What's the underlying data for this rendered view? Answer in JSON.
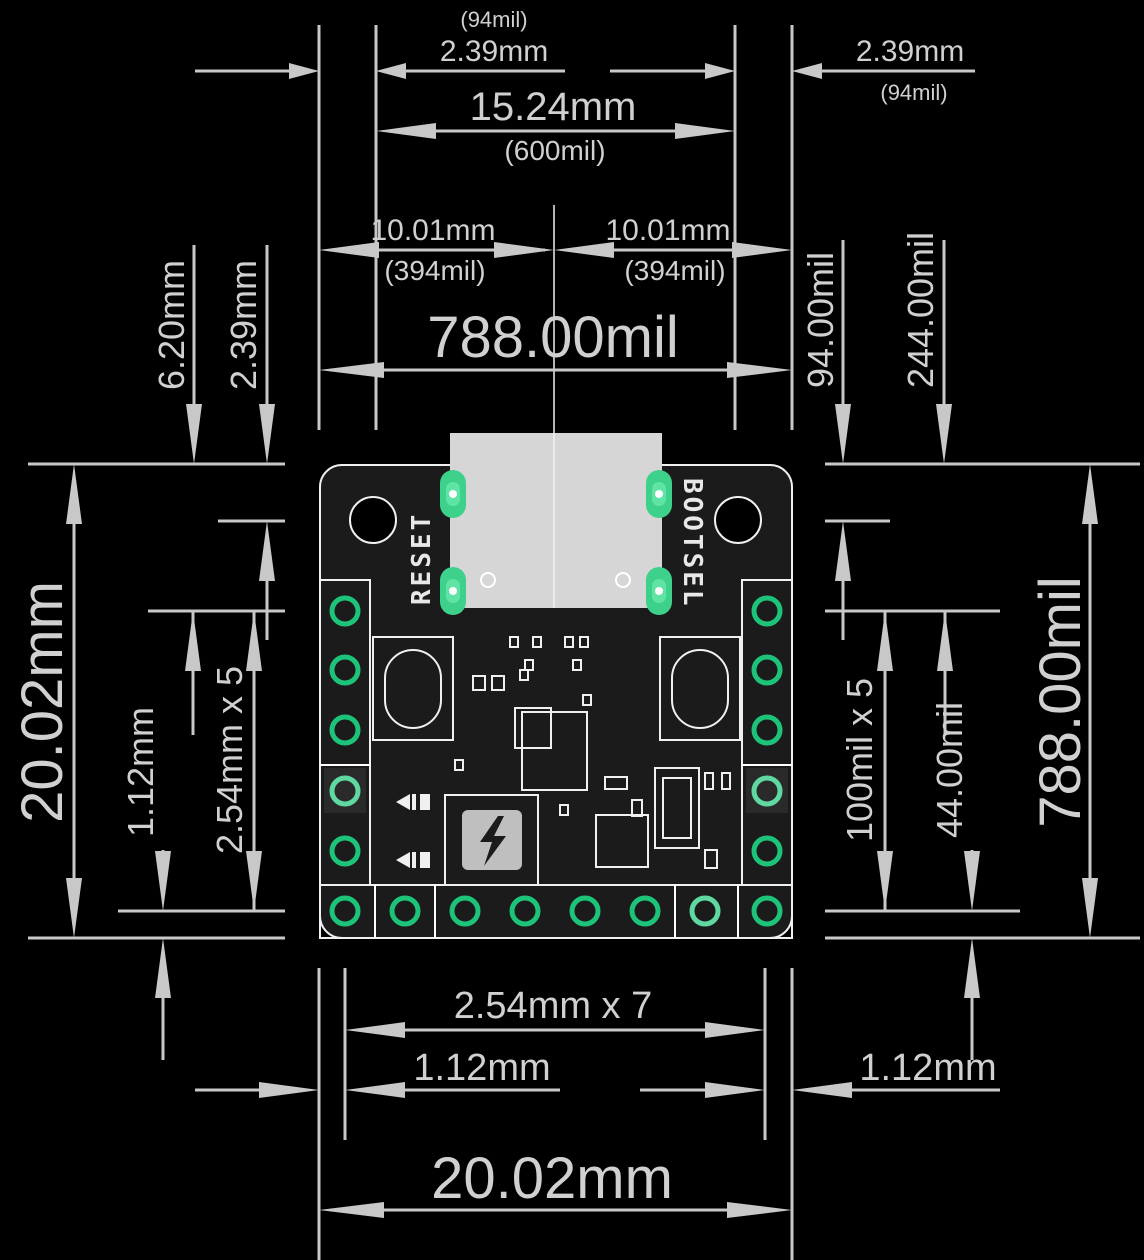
{
  "dimensions": {
    "top_left_margin_mil": "(94mil)",
    "top_left_margin_mm": "2.39mm",
    "top_right_margin_mm": "2.39mm",
    "top_right_margin_mil": "(94mil)",
    "header_span_mm": "15.24mm",
    "header_span_mil": "(600mil)",
    "left_half_mm": "10.01mm",
    "left_half_mil": "(394mil)",
    "right_half_mm": "10.01mm",
    "right_half_mil": "(394mil)",
    "board_width_mil": "788.00mil",
    "usb_overhang_mm": "6.20mm",
    "usb_inset_mm": "2.39mm",
    "right_top_offset_mil": "94.00mil",
    "right_usb_mil": "244.00mil",
    "board_height_mm": "20.02mm",
    "left_pitch_offset_mm": "1.12mm",
    "left_pitch_mm": "2.54mm x 5",
    "right_pitch_mil": "100mil x 5",
    "right_pitch_offset_mil": "44.00mil",
    "board_height_mil": "788.00mil",
    "bottom_pitch_mm": "2.54mm x 7",
    "bottom_left_offset_mm": "1.12mm",
    "bottom_right_offset_mm": "1.12mm",
    "board_width_mm": "20.02mm"
  },
  "silkscreen": {
    "reset_label": "RESET",
    "bootsel_label": "BOOTSEL"
  },
  "colors": {
    "background": "#000000",
    "board": "#1b1b1b",
    "pad": "#1ec37a",
    "usb_connector": "#d6d6d6",
    "dimension_lines": "#c8c8c8"
  }
}
